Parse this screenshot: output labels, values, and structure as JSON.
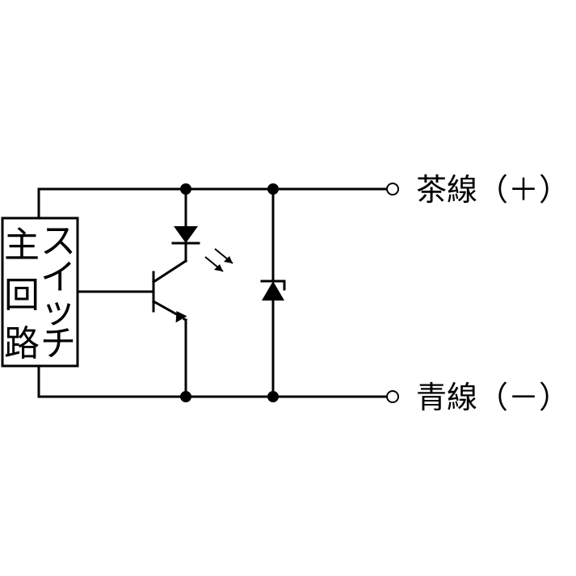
{
  "main_circuit": {
    "column_left": [
      "主",
      "回",
      "路"
    ],
    "column_right": [
      "ス",
      "イ",
      "ッ",
      "チ"
    ]
  },
  "terminals": {
    "positive": "茶線（＋）",
    "negative": "青線（－）"
  },
  "colors": {
    "line": "#000000",
    "background": "#ffffff"
  }
}
